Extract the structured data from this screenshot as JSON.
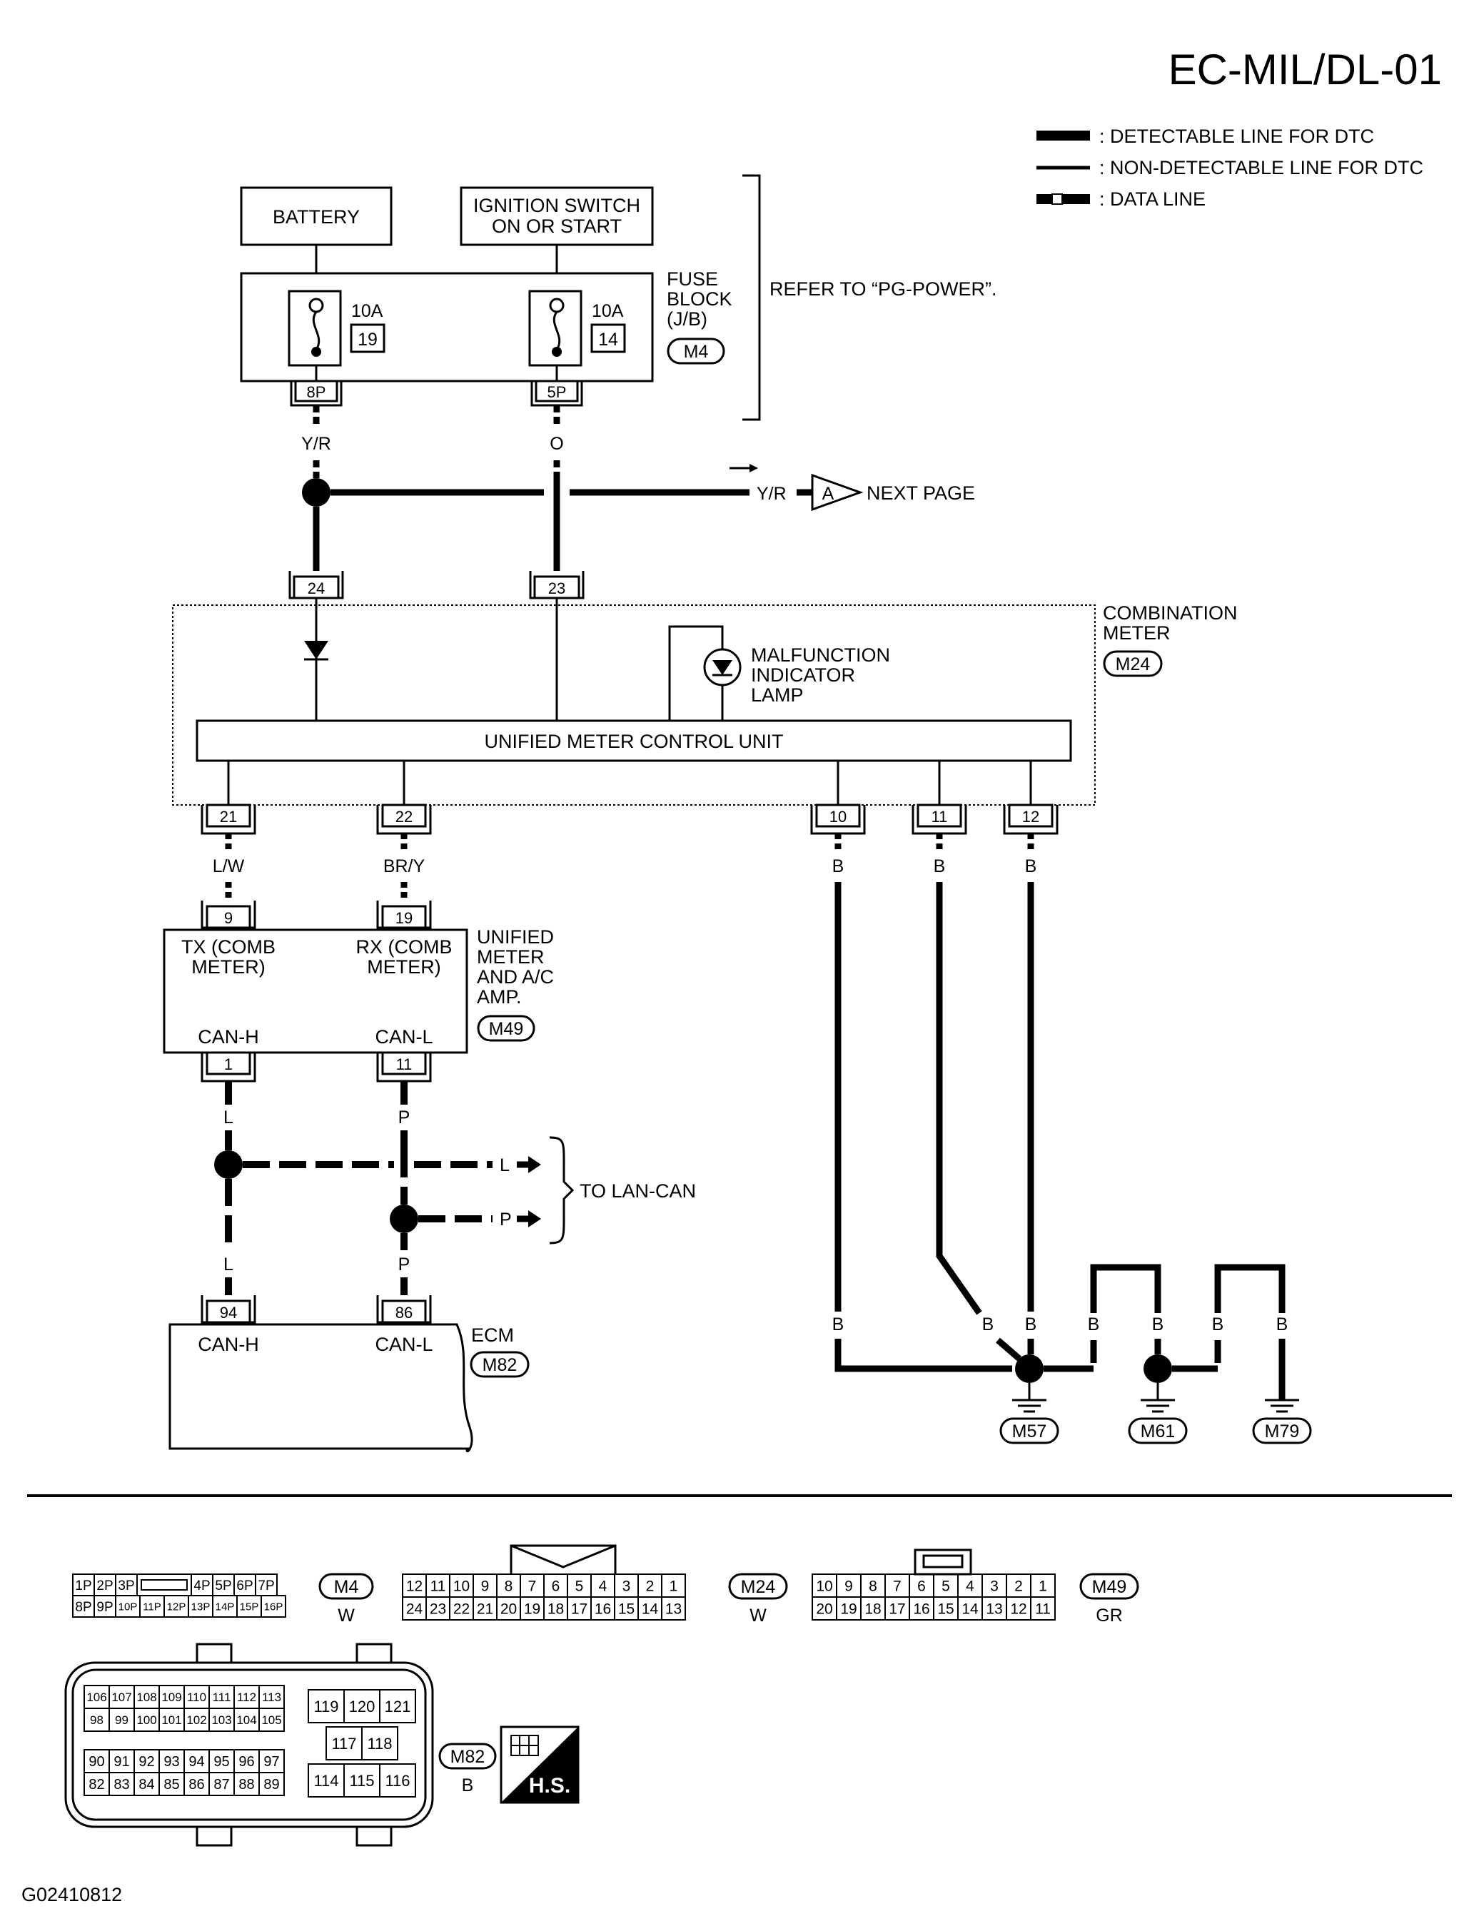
{
  "page_id": "EC-MIL/DL-01",
  "figure_code": "G02410812",
  "legend": {
    "detectable": ": DETECTABLE LINE FOR DTC",
    "non_detectable": ": NON-DETECTABLE LINE FOR DTC",
    "data_line": ": DATA LINE"
  },
  "sources": {
    "battery": "BATTERY",
    "ignition_1": "IGNITION SWITCH",
    "ignition_2": "ON OR START"
  },
  "fuse_block": {
    "title_1": "FUSE",
    "title_2": "BLOCK",
    "title_3": "(J/B)",
    "connector": "M4",
    "fuse_left_rating": "10A",
    "fuse_left_num": "19",
    "fuse_right_rating": "10A",
    "fuse_right_num": "14",
    "pin_left": "8P",
    "pin_right": "5P"
  },
  "refer_note": "REFER TO “PG-POWER”.",
  "wires": {
    "yr": "Y/R",
    "o": "O",
    "lw": "L/W",
    "bry": "BR/Y",
    "b": "B",
    "l": "L",
    "p": "P"
  },
  "next_page": {
    "wire": "Y/R",
    "label": "A",
    "text": "NEXT PAGE"
  },
  "combination_meter": {
    "title_1": "COMBINATION",
    "title_2": "METER",
    "connector": "M24",
    "pins_top": [
      "24",
      "23"
    ],
    "pins_bottom": [
      "21",
      "22",
      "10",
      "11",
      "12"
    ],
    "mil_1": "MALFUNCTION",
    "mil_2": "INDICATOR",
    "mil_3": "LAMP",
    "unit": "UNIFIED METER CONTROL UNIT"
  },
  "amp": {
    "title_1": "UNIFIED",
    "title_2": "METER",
    "title_3": "AND A/C",
    "title_4": "AMP.",
    "connector": "M49",
    "pin_tx": "9",
    "pin_rx": "19",
    "tx_1": "TX (COMB",
    "tx_2": "METER)",
    "rx_1": "RX (COMB",
    "rx_2": "METER)",
    "can_h": "CAN-H",
    "can_l": "CAN-L",
    "pin_h": "1",
    "pin_l": "11"
  },
  "to_lan_can": "TO LAN-CAN",
  "ecm": {
    "title": "ECM",
    "connector": "M82",
    "pin_h": "94",
    "pin_l": "86",
    "can_h": "CAN-H",
    "can_l": "CAN-L"
  },
  "grounds": [
    "M57",
    "M61",
    "M79"
  ],
  "connectors": {
    "m4": {
      "id": "M4",
      "color": "W",
      "row1": [
        "1P",
        "2P",
        "3P",
        "",
        "4P",
        "5P",
        "6P",
        "7P"
      ],
      "row2": [
        "8P",
        "9P",
        "10P",
        "11P",
        "12P",
        "13P",
        "14P",
        "15P",
        "16P"
      ]
    },
    "m24": {
      "id": "M24",
      "color": "W",
      "row1": [
        "12",
        "11",
        "10",
        "9",
        "8",
        "7",
        "6",
        "5",
        "4",
        "3",
        "2",
        "1"
      ],
      "row2": [
        "24",
        "23",
        "22",
        "21",
        "20",
        "19",
        "18",
        "17",
        "16",
        "15",
        "14",
        "13"
      ]
    },
    "m49": {
      "id": "M49",
      "color": "GR",
      "row1": [
        "10",
        "9",
        "8",
        "7",
        "6",
        "5",
        "4",
        "3",
        "2",
        "1"
      ],
      "row2": [
        "20",
        "19",
        "18",
        "17",
        "16",
        "15",
        "14",
        "13",
        "12",
        "11"
      ]
    },
    "m82": {
      "id": "M82",
      "color": "B",
      "a1": [
        "106",
        "107",
        "108",
        "109",
        "110",
        "111",
        "112",
        "113"
      ],
      "a2": [
        "98",
        "99",
        "100",
        "101",
        "102",
        "103",
        "104",
        "105"
      ],
      "b1": [
        "90",
        "91",
        "92",
        "93",
        "94",
        "95",
        "96",
        "97"
      ],
      "b2": [
        "82",
        "83",
        "84",
        "85",
        "86",
        "87",
        "88",
        "89"
      ],
      "c1": [
        "119",
        "120",
        "121"
      ],
      "c2": [
        "117",
        "118"
      ],
      "c3": [
        "114",
        "115",
        "116"
      ]
    }
  },
  "hs_badge": "H.S."
}
